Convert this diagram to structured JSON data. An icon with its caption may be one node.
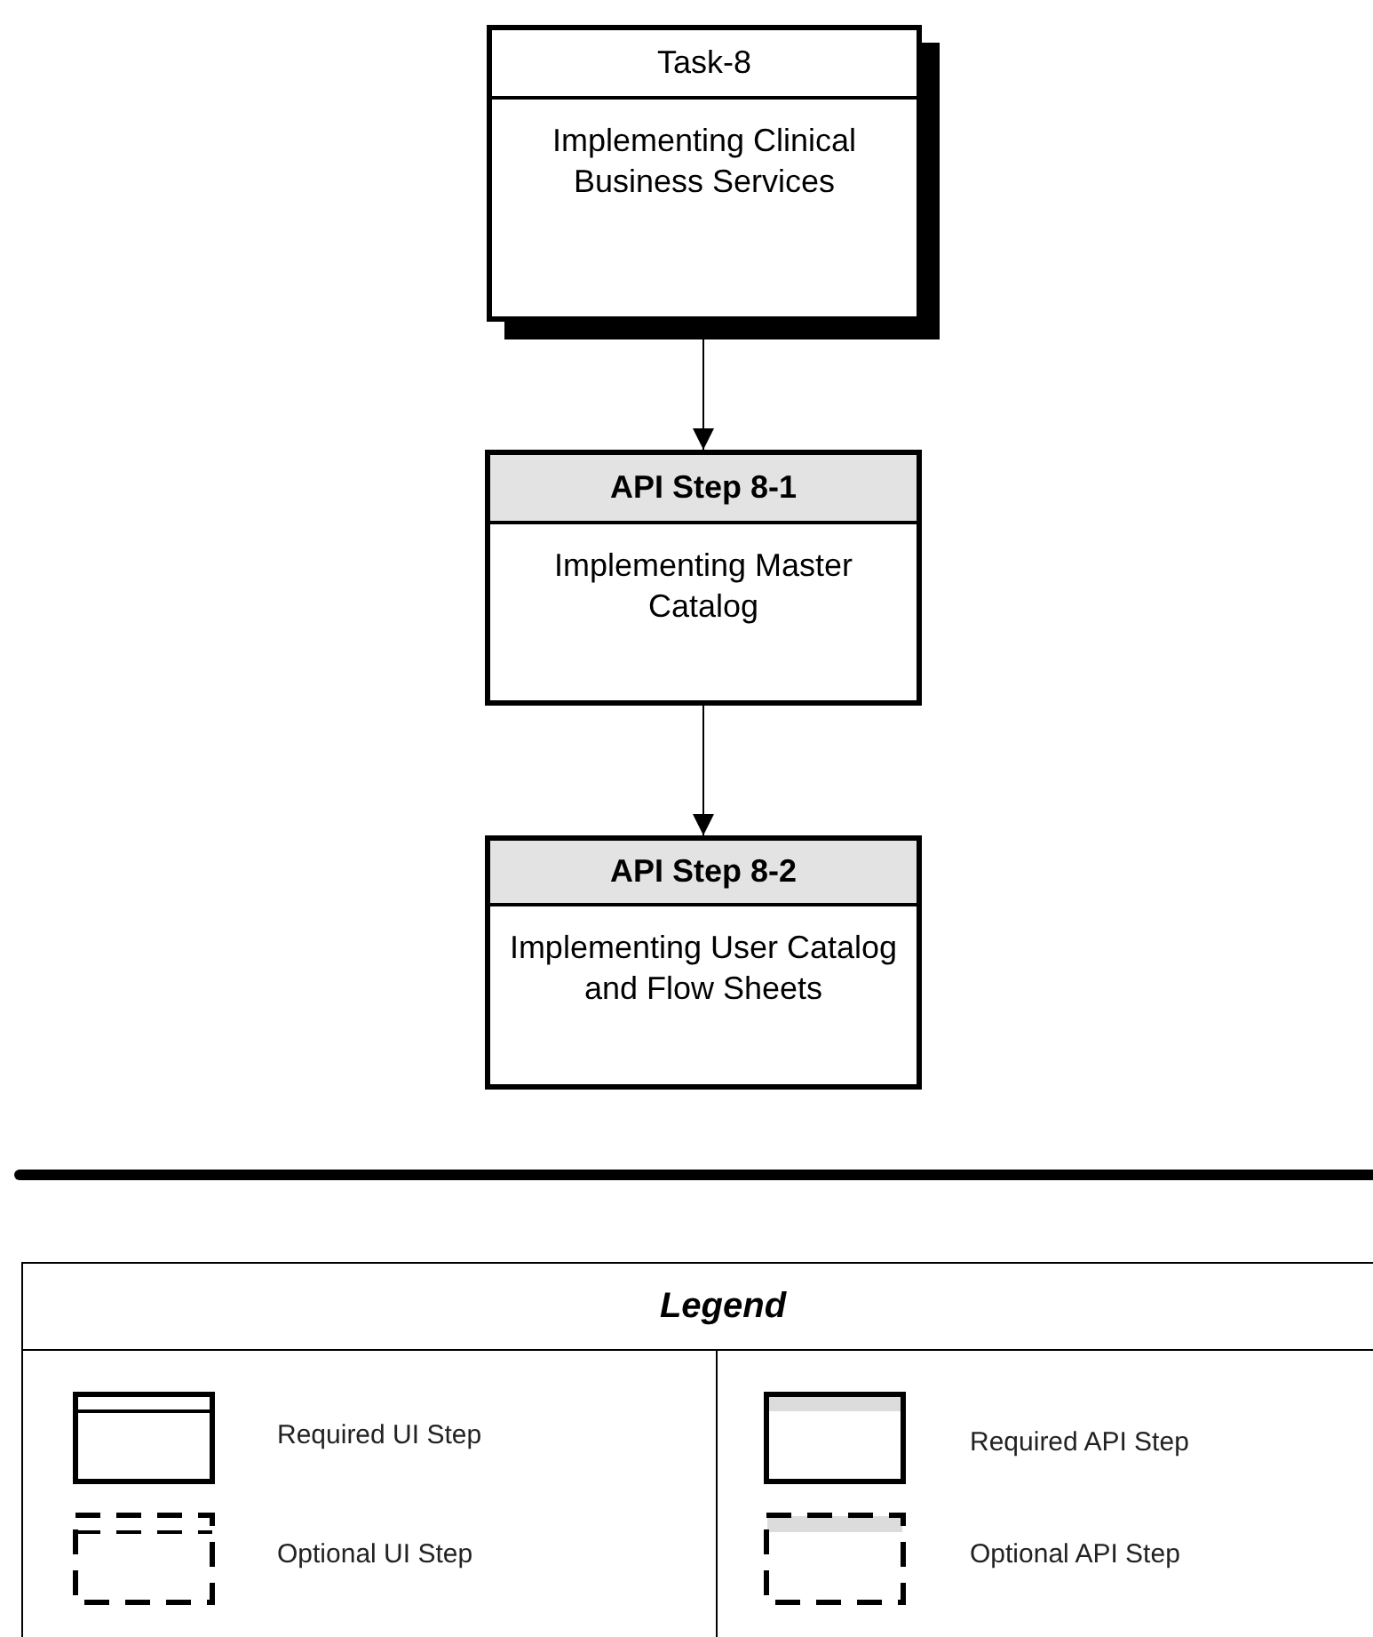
{
  "diagram": {
    "nodes": [
      {
        "text": [
          "Task-8",
          "Implementing Clinical Business Services"
        ]
      },
      {
        "text": [
          "API Step 8-1",
          "Implementing Master Catalog"
        ]
      },
      {
        "text": [
          "API Step 8-2",
          "Implementing User Catalog and Flow Sheets"
        ]
      }
    ],
    "edges": [
      {
        "from": 0,
        "to": 1,
        "arrow": "to"
      },
      {
        "from": 1,
        "to": 2,
        "arrow": "to"
      }
    ],
    "labels": [
      "Legend"
    ],
    "legend": [
      {
        "text": "Required UI Step"
      },
      {
        "text": "Required API Step"
      },
      {
        "text": "Optional UI Step"
      },
      {
        "text": "Optional API Step"
      }
    ]
  }
}
